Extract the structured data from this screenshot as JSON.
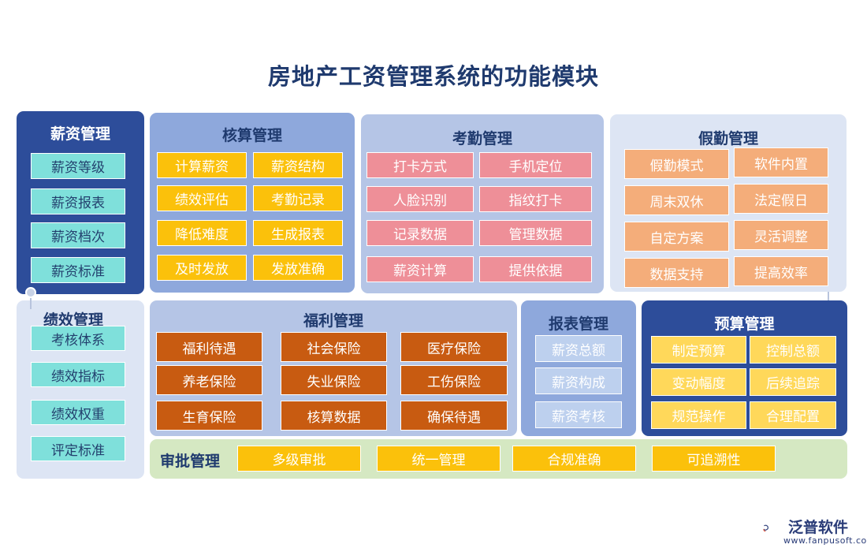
{
  "title": "房地产工资管理系统的功能模块",
  "salary": {
    "title": "薪资管理",
    "items": [
      "薪资等级",
      "薪资报表",
      "薪资档次",
      "薪资标准"
    ]
  },
  "accounting": {
    "title": "核算管理",
    "items": [
      "计算薪资",
      "薪资结构",
      "绩效评估",
      "考勤记录",
      "降低难度",
      "生成报表",
      "及时发放",
      "发放准确"
    ]
  },
  "attendance": {
    "title": "考勤管理",
    "items": [
      "打卡方式",
      "手机定位",
      "人脸识别",
      "指纹打卡",
      "记录数据",
      "管理数据",
      "薪资计算",
      "提供依据"
    ]
  },
  "leave": {
    "title": "假勤管理",
    "items": [
      "假勤模式",
      "软件内置",
      "周末双休",
      "法定假日",
      "自定方案",
      "灵活调整",
      "数据支持",
      "提高效率"
    ]
  },
  "performance": {
    "title": "绩效管理",
    "items": [
      "考核体系",
      "绩效指标",
      "绩效权重",
      "评定标准"
    ]
  },
  "welfare": {
    "title": "福利管理",
    "items": [
      "福利待遇",
      "社会保险",
      "医疗保险",
      "养老保险",
      "失业保险",
      "工伤保险",
      "生育保险",
      "核算数据",
      "确保待遇"
    ]
  },
  "report": {
    "title": "报表管理",
    "items": [
      "薪资总额",
      "薪资构成",
      "薪资考核"
    ]
  },
  "budget": {
    "title": "预算管理",
    "items": [
      "制定预算",
      "控制总额",
      "变动幅度",
      "后续追踪",
      "规范操作",
      "合理配置"
    ]
  },
  "approval": {
    "title": "审批管理",
    "items": [
      "多级审批",
      "统一管理",
      "合规准确",
      "可追溯性"
    ]
  },
  "logo": {
    "name": "泛普软件",
    "url": "www.fanpusoft.com"
  },
  "colors": {
    "navy": "#2d4d9a",
    "lightblue": "#8ea8dc",
    "paleblue": "#b5c5e6",
    "palest": "#dde5f4",
    "green": "#d5e8c2"
  }
}
